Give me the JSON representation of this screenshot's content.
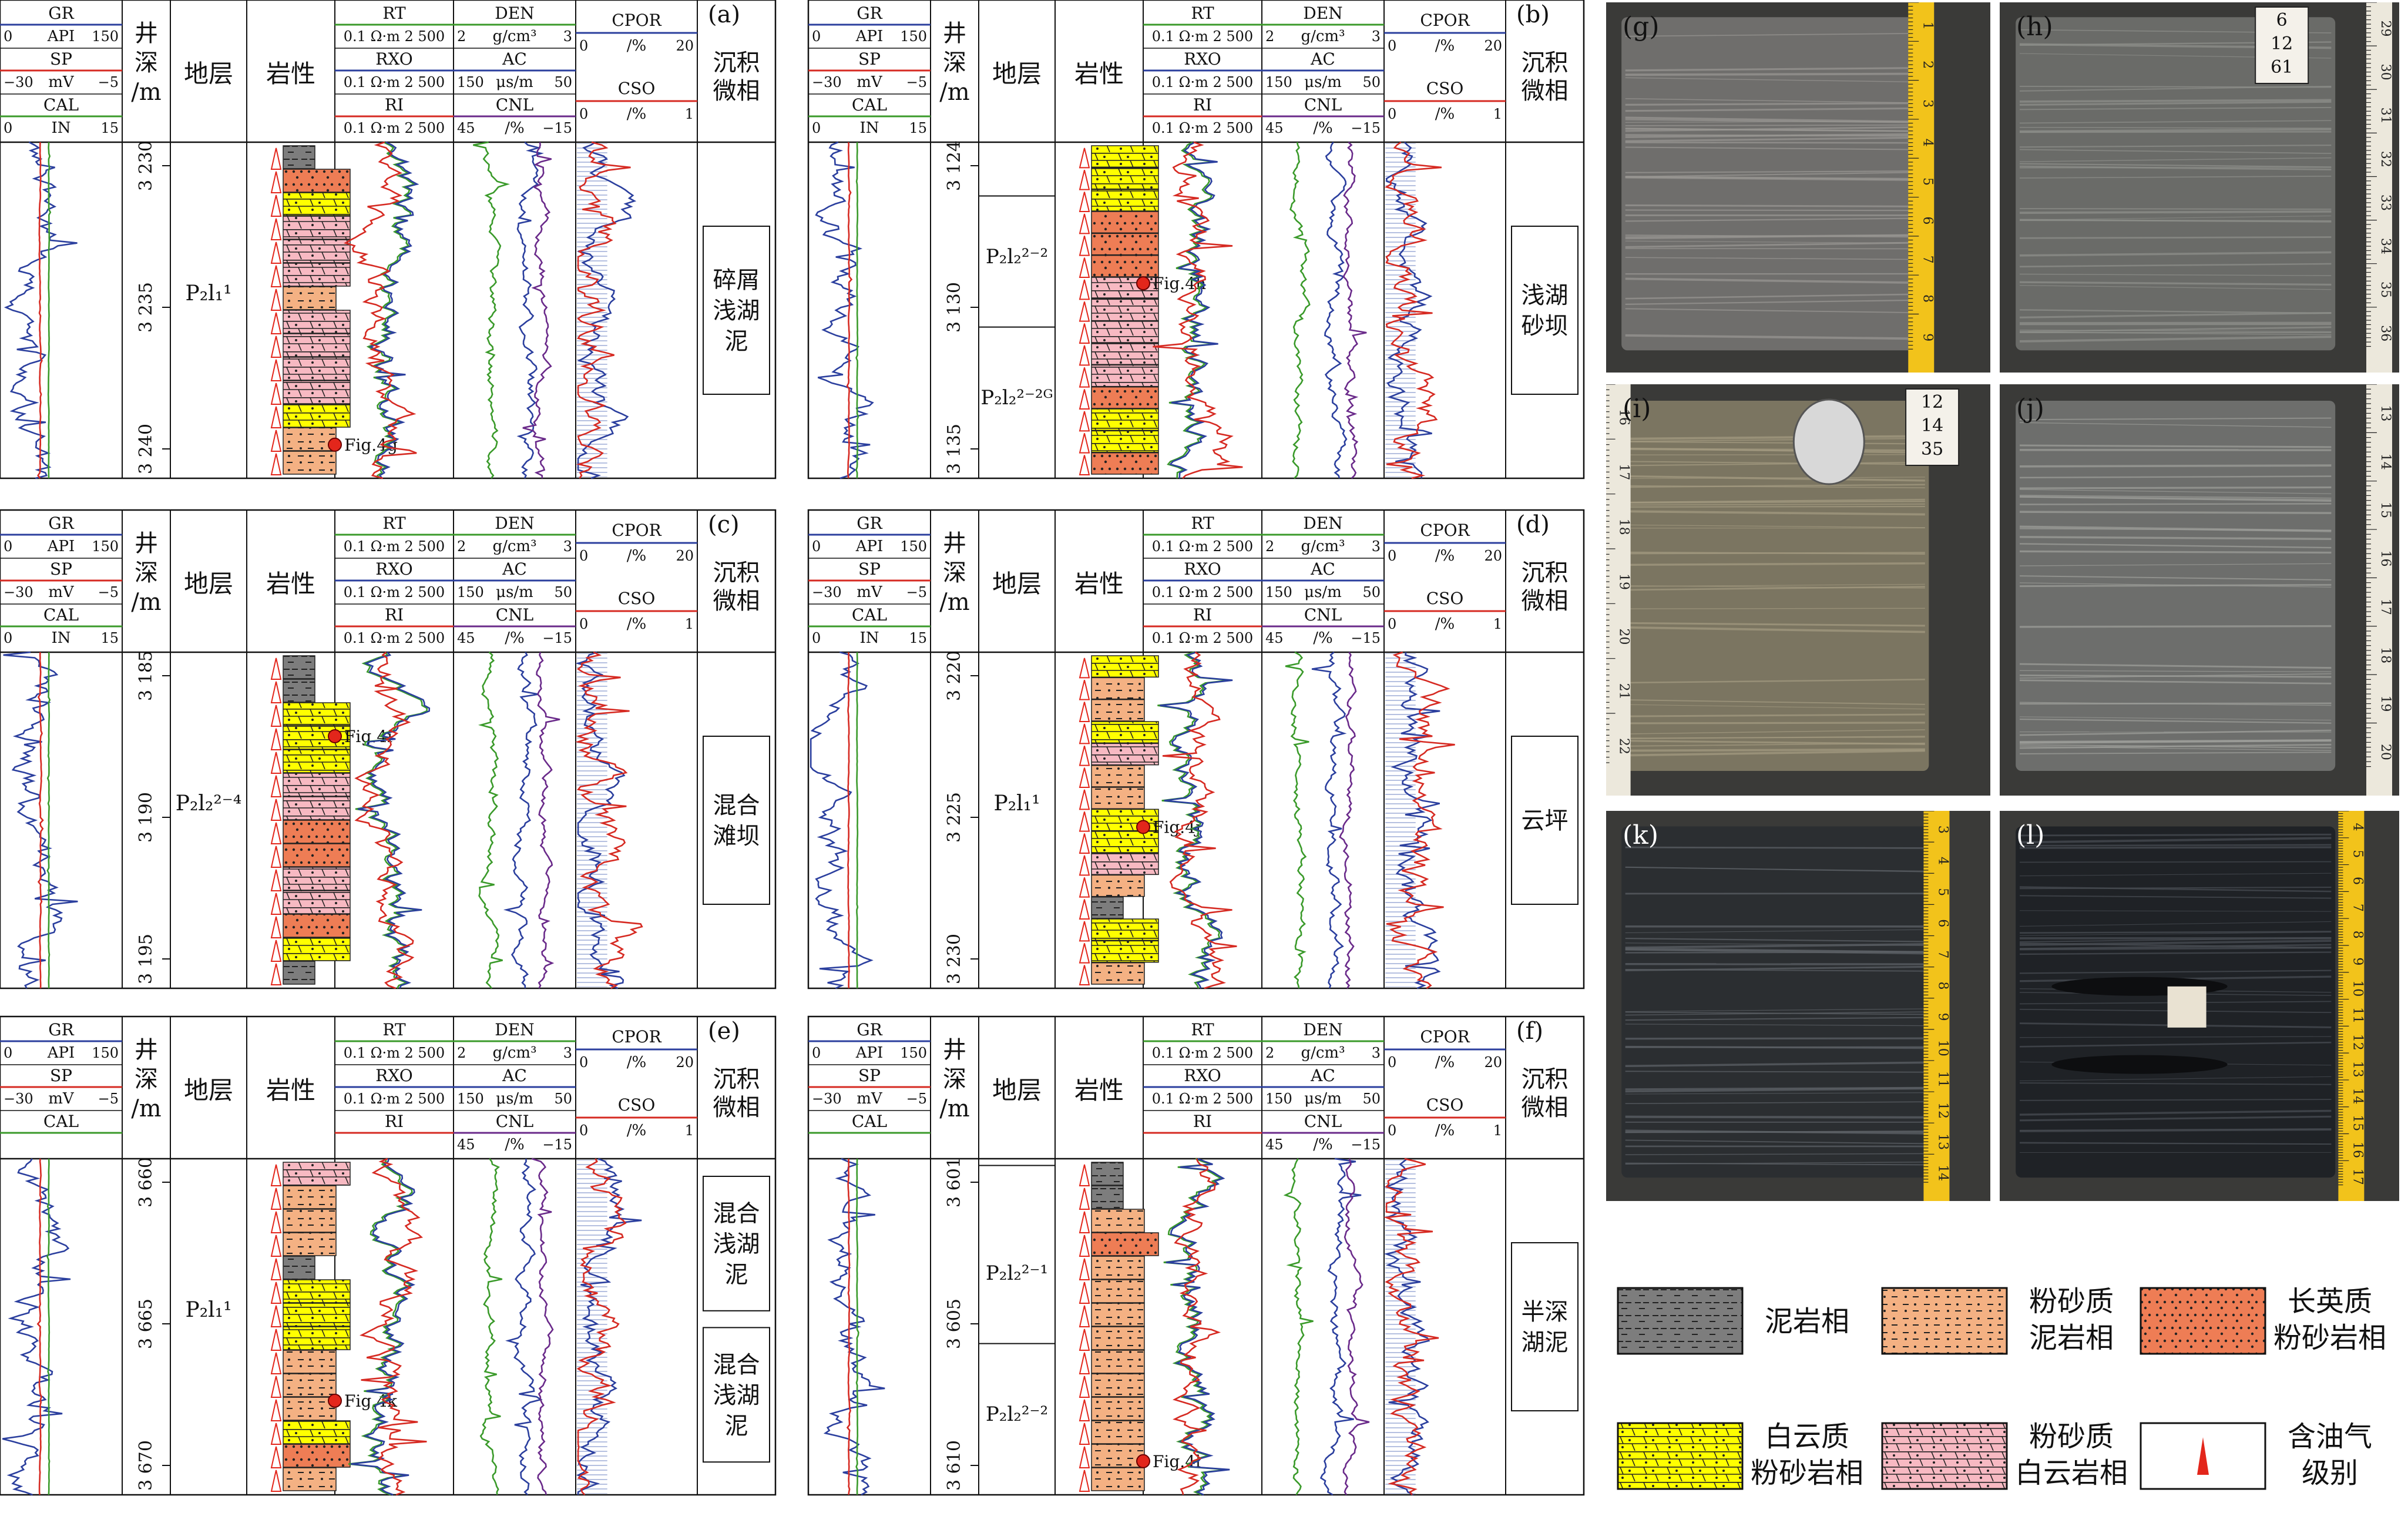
{
  "headers": {
    "gr": "GR",
    "api": "API",
    "api_min": "0",
    "api_max": "150",
    "sp": "SP",
    "sp_unit": "mV",
    "sp_min": "−30",
    "sp_max": "−5",
    "cal": "CAL",
    "cal_unit": "IN",
    "cal_min": "0",
    "cal_max": "15",
    "depth": [
      "井",
      "深",
      "/m"
    ],
    "strat": "地层",
    "litho": "岩性",
    "rt": "RT",
    "rxo": "RXO",
    "ri": "RI",
    "res_scale": "0.1  Ω·m 2 500",
    "den": "DEN",
    "den_unit": "g/cm³",
    "den_min": "2",
    "den_max": "3",
    "ac": "AC",
    "ac_unit": "μs/m",
    "ac_min": "150",
    "ac_max": "50",
    "cnl": "CNL",
    "cnl_unit": "/%",
    "cnl_min": "45",
    "cnl_max": "−15",
    "cpor": "CPOR",
    "cpor_unit": "/%",
    "cpor_min": "0",
    "cpor_max": "20",
    "cso": "CSO",
    "cso_unit": "/%",
    "cso_min": "0",
    "cso_max": "1",
    "facies": [
      "沉积",
      "微相"
    ]
  },
  "panels": [
    {
      "id": "a",
      "label": "(a)",
      "depth_ticks": [
        "3 230",
        "3 235",
        "3 240"
      ],
      "strat": "P₂l₁¹",
      "figref": "Fig.4g",
      "facies": [
        {
          "text": "碎屑浅湖泥"
        }
      ]
    },
    {
      "id": "b",
      "label": "(b)",
      "depth_ticks": [
        "3 124",
        "3 130",
        "3 135"
      ],
      "strat": [
        "P₂l₂²⁻²",
        "P₂l₂²⁻²ᴳ"
      ],
      "figref": "Fig.4h",
      "facies": [
        {
          "text": "浅湖砂坝"
        }
      ]
    },
    {
      "id": "c",
      "label": "(c)",
      "depth_ticks": [
        "3 185",
        "3 190",
        "3 195"
      ],
      "strat": "P₂l₂²⁻⁴",
      "figref": "Fig.4i",
      "facies": [
        {
          "text": "混合滩坝"
        }
      ]
    },
    {
      "id": "d",
      "label": "(d)",
      "depth_ticks": [
        "3 220",
        "3 225",
        "3 230"
      ],
      "strat": "P₂l₁¹",
      "figref": "Fig.4j",
      "facies": [
        {
          "text": "云坪"
        }
      ]
    },
    {
      "id": "e",
      "label": "(e)",
      "depth_ticks": [
        "3 660",
        "3 665",
        "3 670"
      ],
      "strat": "P₂l₁¹",
      "figref": "Fig.4k",
      "facies": [
        {
          "text": "混合浅湖泥"
        },
        {
          "text": "混合浅湖泥"
        }
      ]
    },
    {
      "id": "f",
      "label": "(f)",
      "depth_ticks": [
        "3 601",
        "3 605",
        "3 610"
      ],
      "strat": [
        "P₂l₂²⁻¹",
        "P₂l₂²⁻²"
      ],
      "figref": "Fig.4l",
      "facies": [
        {
          "text": "半深湖泥"
        }
      ]
    }
  ],
  "photos": [
    {
      "id": "g",
      "label": "(g)",
      "scale_numbers": [
        "1",
        "2",
        "3",
        "4",
        "5",
        "6",
        "7",
        "8",
        "9"
      ]
    },
    {
      "id": "h",
      "label": "(h)",
      "scale_numbers": [
        "29",
        "30",
        "31",
        "32",
        "33",
        "34",
        "35",
        "36"
      ],
      "tag": [
        "6",
        "12",
        "61"
      ]
    },
    {
      "id": "i",
      "label": "(i)",
      "scale_numbers": [
        "16",
        "17",
        "18",
        "19",
        "20",
        "21",
        "22"
      ],
      "tag": [
        "12",
        "14",
        "35"
      ]
    },
    {
      "id": "j",
      "label": "(j)",
      "scale_numbers": [
        "13",
        "14",
        "15",
        "16",
        "17",
        "18",
        "19",
        "20"
      ]
    },
    {
      "id": "k",
      "label": "(k)",
      "scale_numbers": [
        "3",
        "4",
        "5",
        "6",
        "7",
        "8",
        "9",
        "10",
        "11",
        "12",
        "13",
        "14"
      ]
    },
    {
      "id": "l",
      "label": "(l)",
      "scale_numbers": [
        "4",
        "5",
        "6",
        "7",
        "8",
        "9",
        "10",
        "11",
        "12",
        "13",
        "14",
        "15",
        "16",
        "17"
      ]
    }
  ],
  "legend": [
    {
      "key": "mudstone",
      "label": [
        "泥岩相"
      ]
    },
    {
      "key": "silty_mudstone",
      "label": [
        "粉砂质",
        "泥岩相"
      ]
    },
    {
      "key": "feldspathic_siltstone",
      "label": [
        "长英质",
        "粉砂岩相"
      ]
    },
    {
      "key": "dolomitic_siltstone",
      "label": [
        "白云质",
        "粉砂岩相"
      ]
    },
    {
      "key": "silty_dolomite",
      "label": [
        "粉砂质",
        "白云岩相"
      ]
    },
    {
      "key": "oil_level",
      "label": [
        "含油气",
        "级别"
      ]
    }
  ],
  "colors": {
    "gr": "#2b3f9e",
    "sp": "#d62a22",
    "cal": "#3a9a2a",
    "rt": "#3a9a2a",
    "rxo": "#2b3f9e",
    "ri": "#d62a22",
    "den": "#3a9a2a",
    "ac": "#2b3f9e",
    "cnl": "#6a2a8a",
    "cpor": "#2b3f9e",
    "cso": "#d62a22",
    "mudstone": "#7d7d7d",
    "silty_mudstone": "#f4b183",
    "feldspathic_siltstone": "#ee7d55",
    "dolomitic_siltstone": "#ffff00",
    "silty_dolomite": "#f7b9c2",
    "oil": "#e3261b"
  }
}
